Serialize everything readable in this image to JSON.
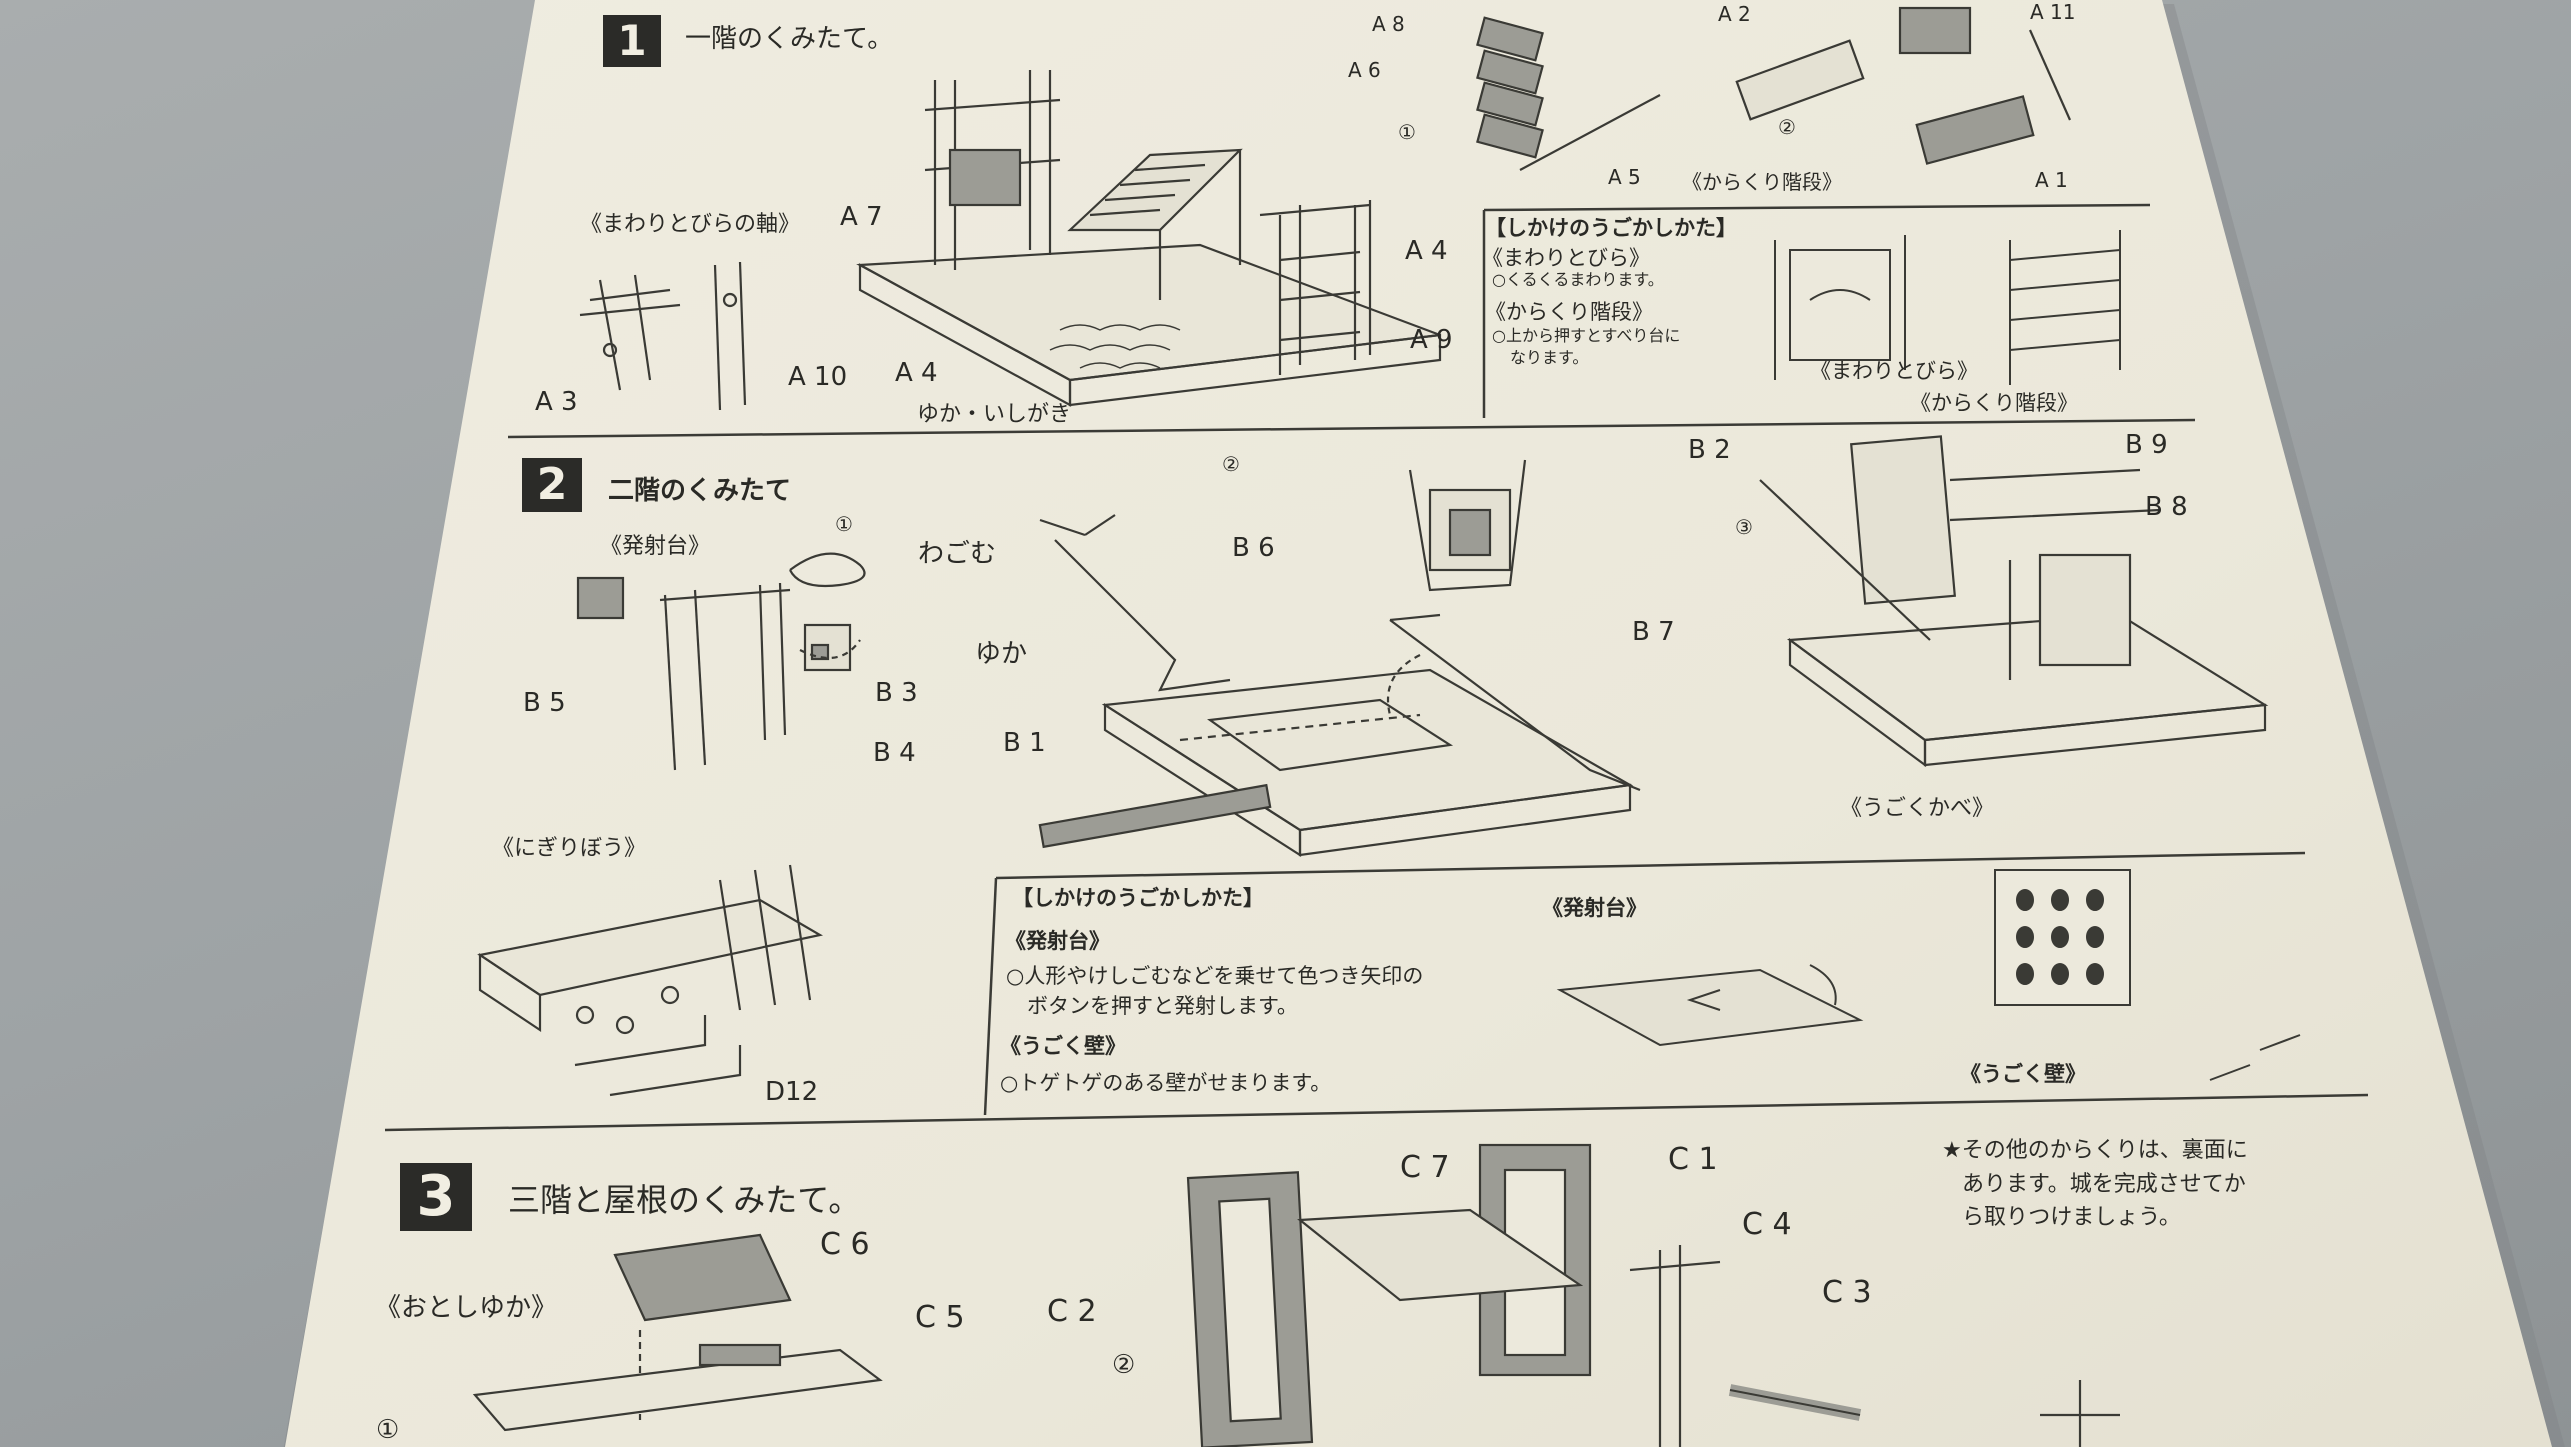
{
  "colors": {
    "background": "#9ea3a5",
    "paper": "#ece9dc",
    "ink": "#2a2a26",
    "fill_gray": "#9c9c95"
  },
  "step1": {
    "number": "1",
    "title": "一階のくみたて。",
    "hinge_label": "《まわりとびらの軸》",
    "floor_label": "ゆか・いしがき",
    "parts": [
      "A 8",
      "A 6",
      "A 5",
      "A 2",
      "A 11",
      "A 1",
      "A 7",
      "A 4",
      "A 9",
      "A 4",
      "A 3",
      "A 10"
    ],
    "sub_steps": [
      "①",
      "②"
    ],
    "karakuri_kaidan": "《からくり階段》",
    "how_to": {
      "heading": "【しかけのうごかしかた】",
      "items": [
        {
          "name": "《まわりとびら》",
          "text": "○くるくるまわります。"
        },
        {
          "name": "《からくり階段》",
          "text_line1": "○上から押すとすべり台に",
          "text_line2": "なります。"
        }
      ],
      "fig_labels": [
        "《まわりとびら》",
        "《からくり階段》"
      ]
    }
  },
  "step2": {
    "number": "2",
    "title": "二階のくみたて",
    "launcher_label": "《発射台》",
    "rubber_band": "わごむ",
    "floor": "ゆか",
    "grip_label": "《にぎりぼう》",
    "moving_wall_label": "《うごくかべ》",
    "parts": [
      "B 5",
      "B 3",
      "B 4",
      "B 6",
      "B 1",
      "B 7",
      "B 2",
      "B 9",
      "B 8",
      "D12"
    ],
    "sub_steps": [
      "①",
      "②",
      "③"
    ],
    "how_to": {
      "heading": "【しかけのうごかしかた】",
      "launcher_name": "《発射台》",
      "launcher_line1": "○人形やけしごむなどを乗せて色つき矢印の",
      "launcher_line2": "ボタンを押すと発射します。",
      "wall_name": "《うごく壁》",
      "wall_text": "○トゲトゲのある壁がせまります。",
      "fig_launcher": "《発射台》",
      "fig_wall": "《うごく壁》"
    }
  },
  "step3": {
    "number": "3",
    "title": "三階と屋根のくみたて。",
    "trap_floor_label": "《おとしゆか》",
    "parts": [
      "C 6",
      "C 5",
      "C 7",
      "C 1",
      "C 4",
      "C 3",
      "C 2"
    ],
    "sub_steps": [
      "②",
      "①"
    ],
    "note_line1": "★その他のからくりは、裏面に",
    "note_line2": "あります。城を完成させてか",
    "note_line3": "ら取りつけましょう。"
  }
}
